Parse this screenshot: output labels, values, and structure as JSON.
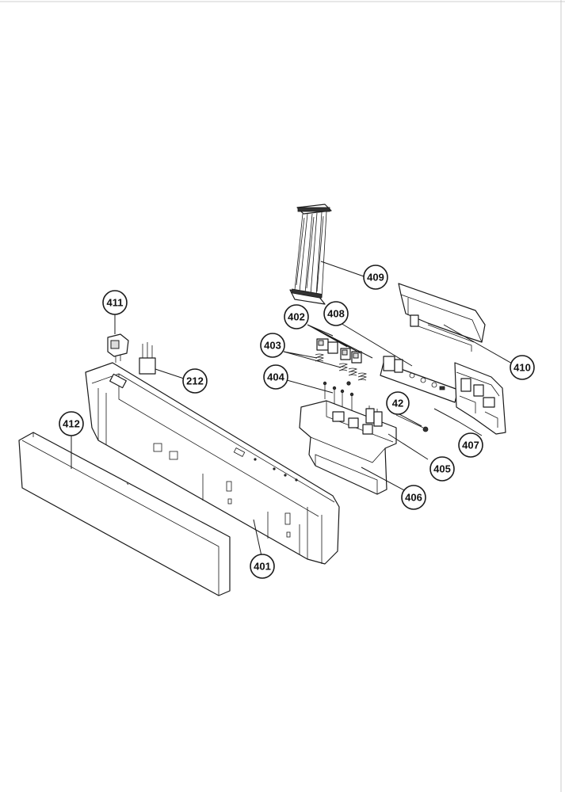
{
  "callouts": [
    {
      "id": "c409",
      "label": "409"
    },
    {
      "id": "c411",
      "label": "411"
    },
    {
      "id": "c402",
      "label": "402"
    },
    {
      "id": "c408",
      "label": "408"
    },
    {
      "id": "c403",
      "label": "403"
    },
    {
      "id": "c410",
      "label": "410"
    },
    {
      "id": "c212",
      "label": "212"
    },
    {
      "id": "c404",
      "label": "404"
    },
    {
      "id": "c42",
      "label": "42"
    },
    {
      "id": "c412",
      "label": "412"
    },
    {
      "id": "c407",
      "label": "407"
    },
    {
      "id": "c405",
      "label": "405"
    },
    {
      "id": "c406",
      "label": "406"
    },
    {
      "id": "c401",
      "label": "401"
    }
  ]
}
